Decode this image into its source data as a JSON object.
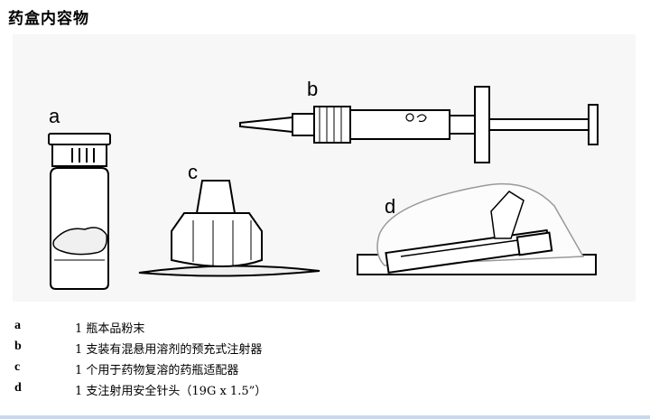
{
  "title": "药盒内容物",
  "figure": {
    "labels": {
      "a": "a",
      "b": "b",
      "c": "c",
      "d": "d"
    }
  },
  "legend": [
    {
      "key": "a",
      "text": "1 瓶本品粉末"
    },
    {
      "key": "b",
      "text": "1 支装有混悬用溶剂的预充式注射器"
    },
    {
      "key": "c",
      "text": "1 个用于药物复溶的药瓶适配器"
    },
    {
      "key": "d",
      "text": "1 支注射用安全针头（19G x 1.5”）"
    }
  ]
}
